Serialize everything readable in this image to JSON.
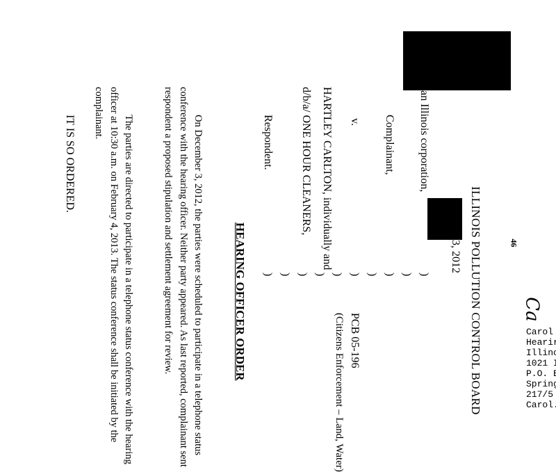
{
  "document": {
    "board_title": "ILLINOIS POLLUTION CONTROL BOARD",
    "date_fragment": "3, 2012",
    "complainant_desc": "an Illinois corporation,",
    "complainant_label": "Complainant,",
    "versus": "v.",
    "respondent_name": "HARTLEY CARLTON, individually and",
    "respondent_dba": "d/b/a/ ONE HOUR CLEANERS,",
    "respondent_label": "Respondent.",
    "case_number": "PCB 05-196",
    "case_type": "(Citizens Enforcement – Land, Water)",
    "paren": ")",
    "heading": "HEARING OFFICER ORDER",
    "paragraph1": [
      "On December 3, 2012, the parties were scheduled to participate in a telephone status",
      "conference with the hearing officer.  Neither party appeared.  As last reported, complainant sent",
      "respondent a proposed stipulation and settlement agreement for review."
    ],
    "paragraph2": [
      "The parties are directed to participate in a telephone status conference with the hearing",
      "officer at 10:30 a.m. on February 4, 2013.  The status conference shall be initiated by the",
      "complainant."
    ],
    "closing": "IT IS SO ORDERED.",
    "stamp_mark": "46",
    "signature_handwriting": "Ca",
    "signature_block": [
      "Carol",
      "Hearir",
      "Illinoi",
      "1021 I",
      "P.O. E",
      "Spring",
      "217/5",
      "Carol."
    ]
  }
}
